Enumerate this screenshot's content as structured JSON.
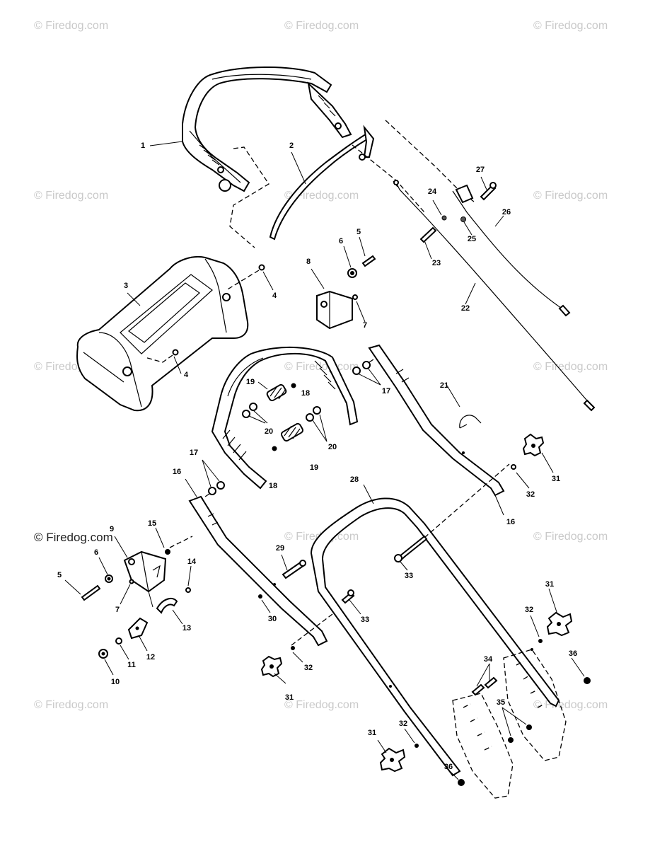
{
  "watermarks": {
    "w1": "© Firedog.com",
    "w2": "© Firedog.com",
    "w3": "© Firedog.com",
    "w4": "© Firedog.com",
    "w5": "© Firedog.com",
    "w6": "© Firedog.com",
    "w7": "© Firedog.com",
    "w8": "© Firedog.com",
    "w9": "© Firedog.com",
    "w10": "© Firedog.com",
    "w11": "© Firedog.com",
    "w12": "© Firedog.com",
    "w13": "© Firedog.com",
    "w14": "© Firedog.com",
    "w15": "© Firedog.com"
  },
  "callouts": {
    "c1": "1",
    "c2": "2",
    "c3": "3",
    "c4a": "4",
    "c4b": "4",
    "c5a": "5",
    "c5b": "5",
    "c6a": "6",
    "c6b": "6",
    "c7a": "7",
    "c7b": "7",
    "c8": "8",
    "c9": "9",
    "c10": "10",
    "c11": "11",
    "c12": "12",
    "c13": "13",
    "c14": "14",
    "c15": "15",
    "c16a": "16",
    "c16b": "16",
    "c17a": "17",
    "c17b": "17",
    "c18a": "18",
    "c18b": "18",
    "c19a": "19",
    "c19b": "19",
    "c20a": "20",
    "c20b": "20",
    "c21": "21",
    "c22": "22",
    "c23": "23",
    "c24": "24",
    "c25": "25",
    "c26": "26",
    "c27": "27",
    "c28": "28",
    "c29": "29",
    "c30": "30",
    "c31a": "31",
    "c31b": "31",
    "c31c": "31",
    "c31d": "31",
    "c32a": "32",
    "c32b": "32",
    "c32c": "32",
    "c32d": "32",
    "c33a": "33",
    "c33b": "33",
    "c34": "34",
    "c35": "35",
    "c36a": "36",
    "c36b": "36"
  }
}
